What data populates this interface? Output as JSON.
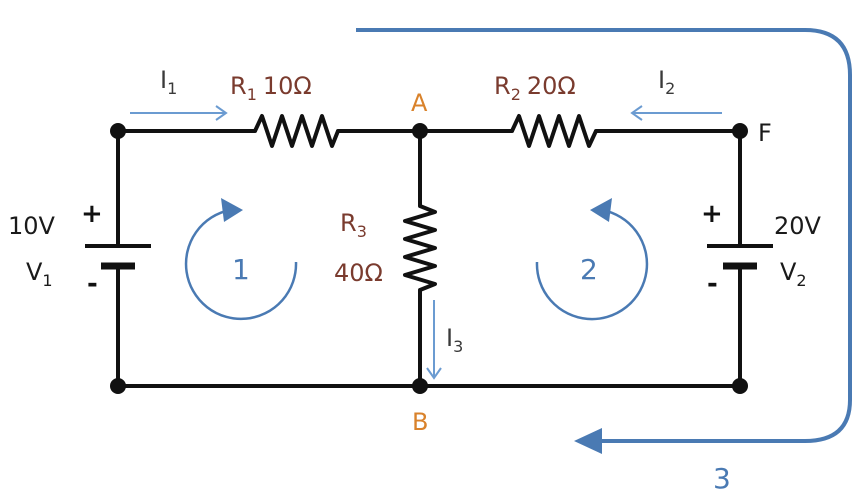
{
  "colors": {
    "wire": "#111111",
    "loop_arrow": "#4a7ab3",
    "current_arrow": "#6b9bd1",
    "resistor_label": "#7a3b2e",
    "node_label": "#d9822b"
  },
  "resistors": [
    {
      "name": "R",
      "sub": "1",
      "value": "10Ω"
    },
    {
      "name": "R",
      "sub": "2",
      "value": "20Ω"
    },
    {
      "name": "R",
      "sub": "3",
      "value": "40Ω"
    }
  ],
  "sources": [
    {
      "voltage": "10V",
      "name": "V",
      "sub": "1",
      "plus": "+",
      "minus": "-"
    },
    {
      "voltage": "20V",
      "name": "V",
      "sub": "2",
      "plus": "+",
      "minus": "-"
    }
  ],
  "currents": [
    {
      "name": "I",
      "sub": "1"
    },
    {
      "name": "I",
      "sub": "2"
    },
    {
      "name": "I",
      "sub": "3"
    }
  ],
  "nodes": {
    "a": "A",
    "b": "B",
    "f": "F"
  },
  "loops": [
    "1",
    "2",
    "3"
  ]
}
